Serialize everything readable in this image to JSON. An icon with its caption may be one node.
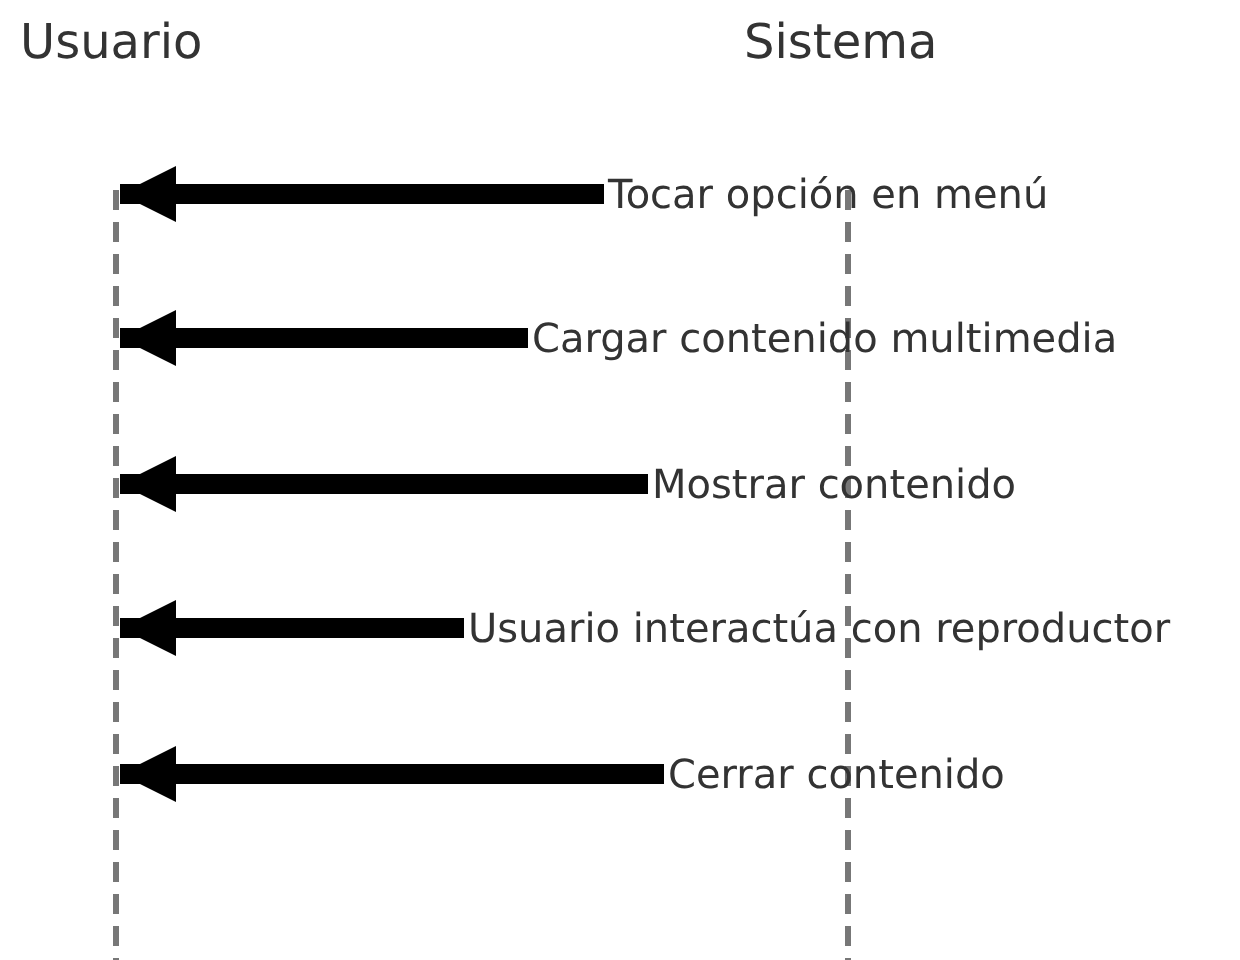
{
  "diagram": {
    "nodes": [
      {
        "text": [
          "Usuario"
        ]
      },
      {
        "text": [
          "Sistema"
        ]
      },
      {
        "text": [
          "Tocar opción en menú"
        ]
      },
      {
        "text": [
          "Cargar contenido multimedia"
        ]
      },
      {
        "text": [
          "Mostrar contenido"
        ]
      },
      {
        "text": [
          "Usuario interactúa con reproductor"
        ]
      },
      {
        "text": [
          "Cerrar contenido"
        ]
      }
    ],
    "edges": [
      {
        "from": 2,
        "to": 0,
        "arrow": "to"
      },
      {
        "from": 3,
        "to": 0,
        "arrow": "to"
      },
      {
        "from": 4,
        "to": 0,
        "arrow": "to"
      },
      {
        "from": 5,
        "to": 0,
        "arrow": "to"
      },
      {
        "from": 6,
        "to": 0,
        "arrow": "to"
      }
    ]
  }
}
